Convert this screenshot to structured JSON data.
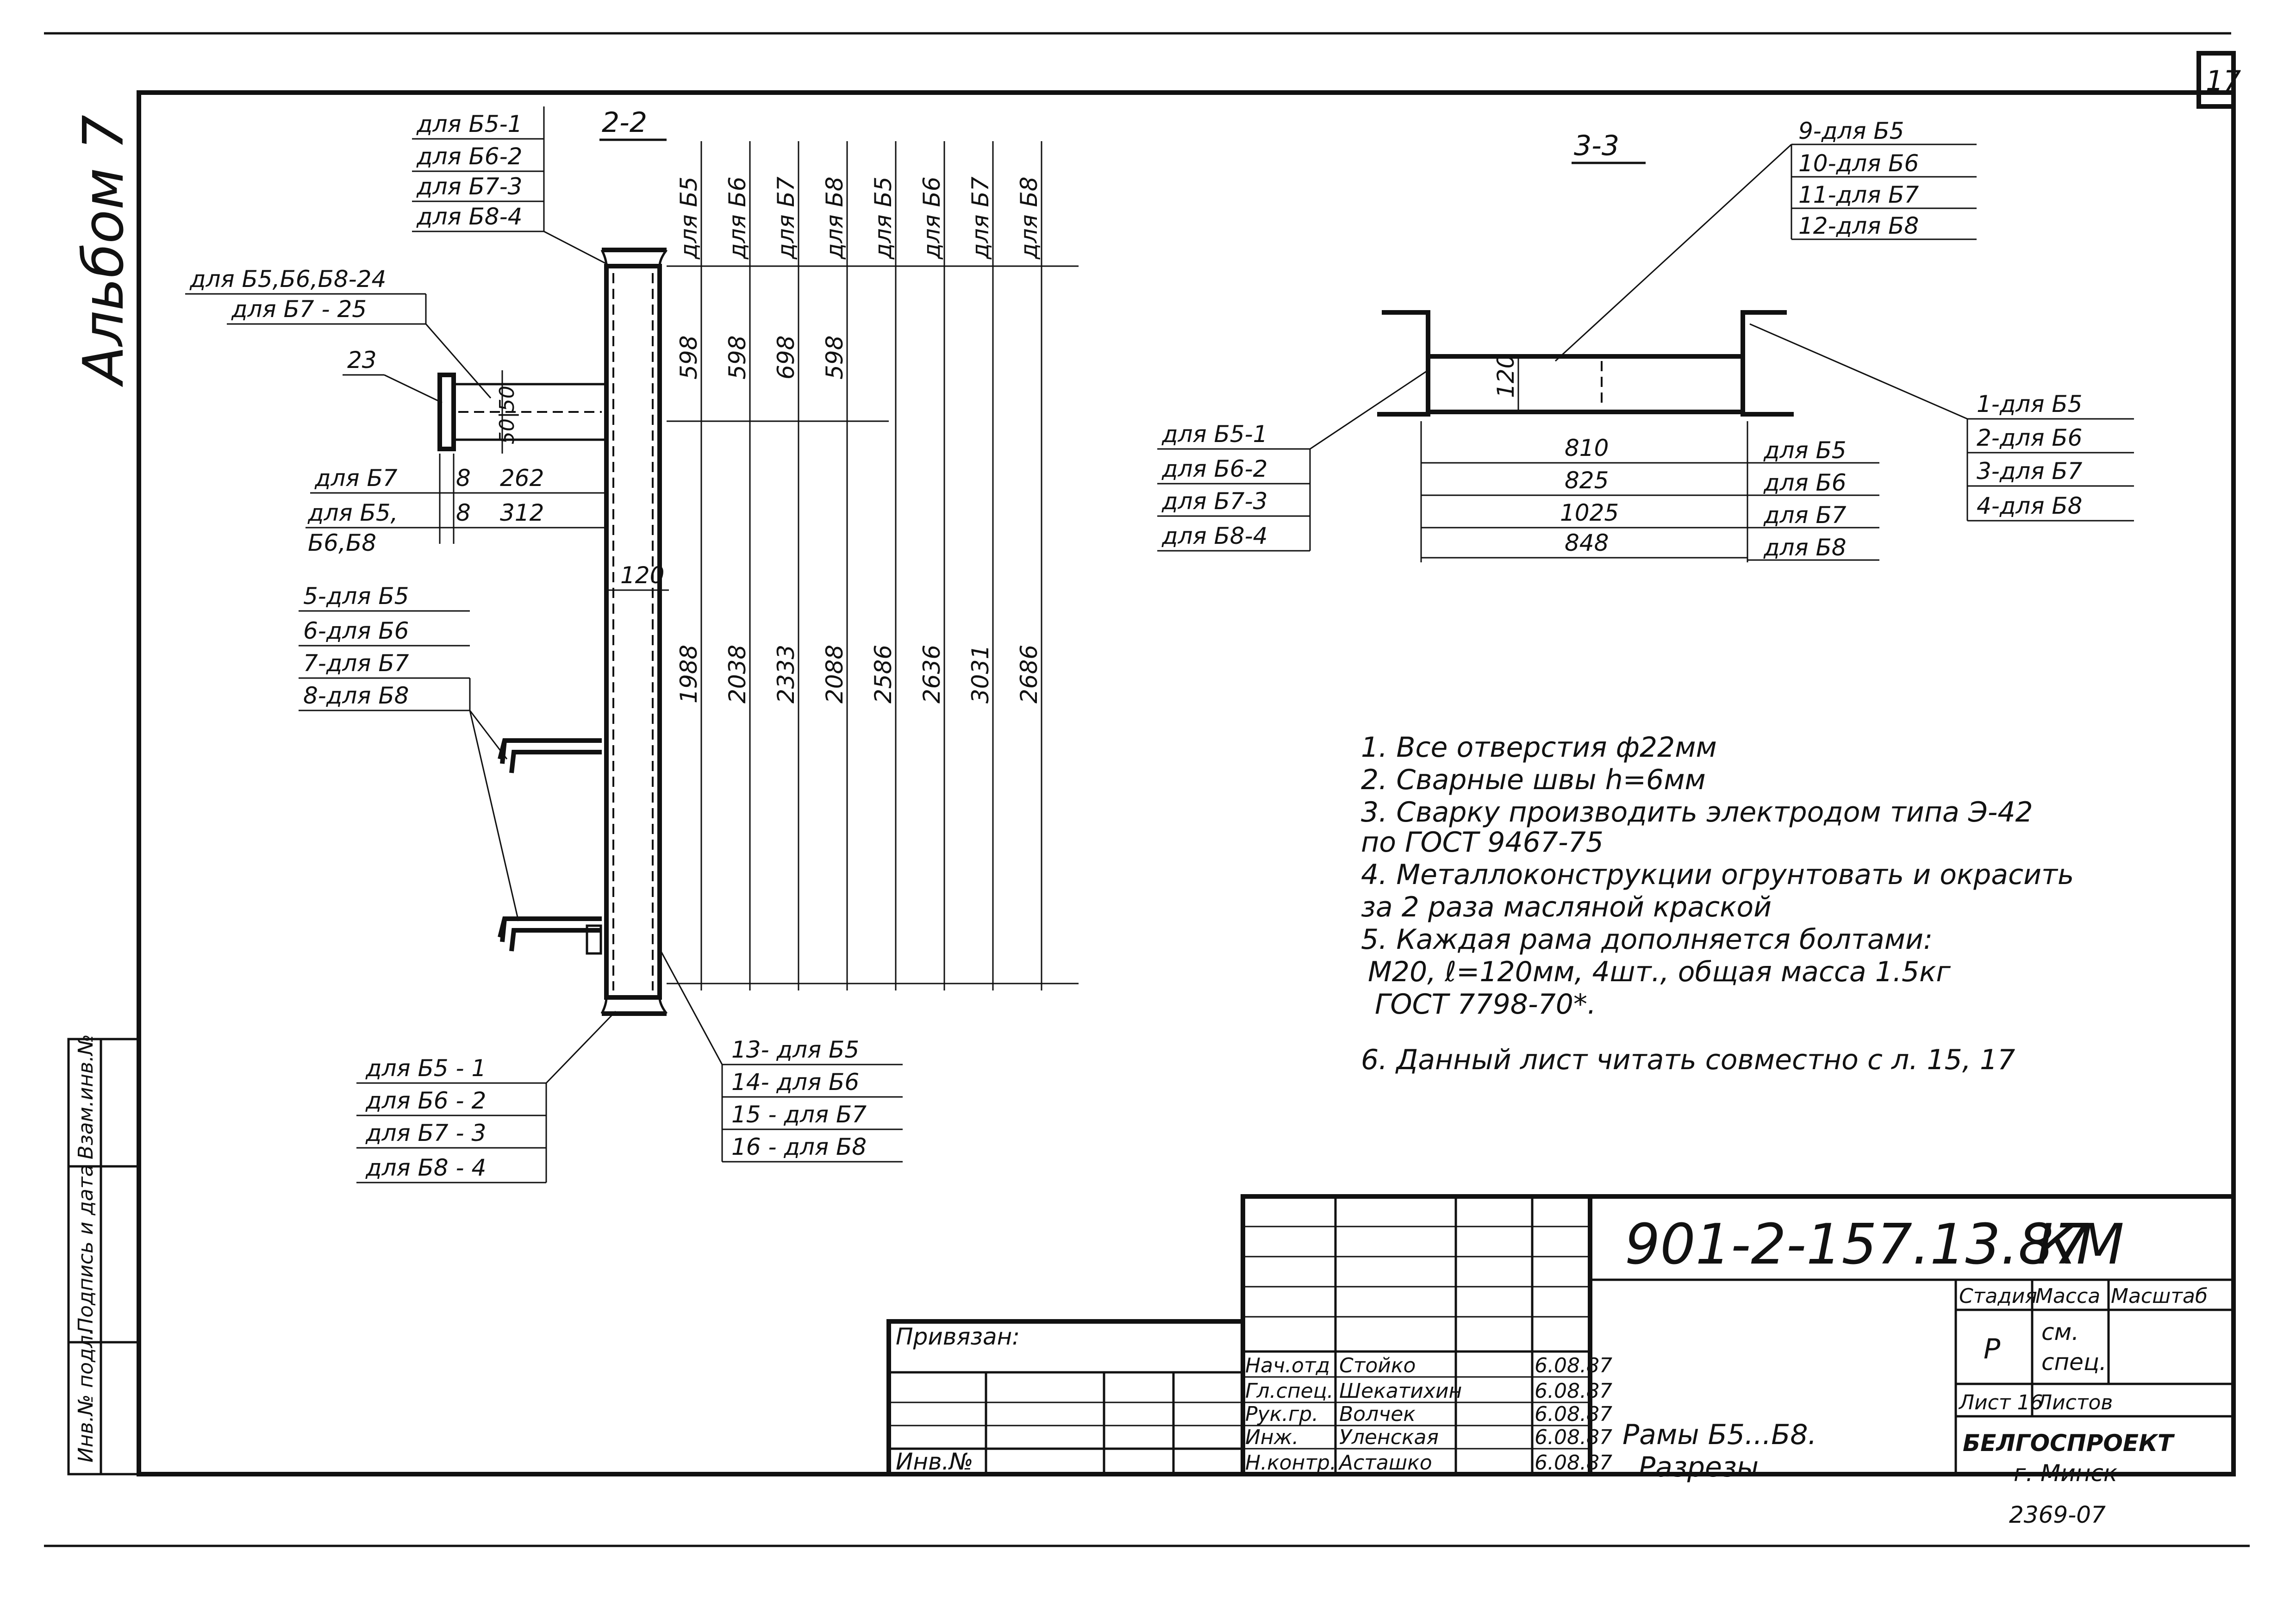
{
  "sheet_number": "17",
  "album": "Альбом 7",
  "section_22": {
    "title": "2-2",
    "callouts_top": [
      "для Б5-1",
      "для Б6-2",
      "для Б7-3",
      "для Б8-4"
    ],
    "callout_24": [
      "для Б5,Б6,Б8-24",
      "для Б7 - 25"
    ],
    "callout_23": "23",
    "dims_left": [
      {
        "label": "для Б7",
        "a": "8",
        "b": "262"
      },
      {
        "label": "для Б5,",
        "a": "8",
        "b": "312"
      }
    ],
    "label_b6b8": "Б6,Б8",
    "dim_120": "120",
    "dim_5050": "50|50",
    "callouts_mid": [
      "5-для Б5",
      "6-для Б6",
      "7-для Б7",
      "8-для Б8"
    ],
    "callouts_bottom_left": [
      "для Б5 - 1",
      "для Б6 - 2",
      "для Б7 - 3",
      "для Б8 - 4"
    ],
    "callouts_bottom_right": [
      "13- для Б5",
      "14- для Б6",
      "15 - для Б7",
      "16 - для Б8"
    ],
    "columns": [
      {
        "head": "для Б5",
        "upper": "598",
        "lower": "1988"
      },
      {
        "head": "для Б6",
        "upper": "598",
        "lower": "2038"
      },
      {
        "head": "для Б7",
        "upper": "698",
        "lower": "2333"
      },
      {
        "head": "для Б8",
        "upper": "598",
        "lower": "2088"
      },
      {
        "head": "для Б5",
        "upper": "",
        "lower": "2586"
      },
      {
        "head": "для Б6",
        "upper": "",
        "lower": "2636"
      },
      {
        "head": "для Б7",
        "upper": "",
        "lower": "3031"
      },
      {
        "head": "для Б8",
        "upper": "",
        "lower": "2686"
      }
    ]
  },
  "section_33": {
    "title": "3-3",
    "callouts_top": [
      "9-для Б5",
      "10-для Б6",
      "11-для Б7",
      "12-для Б8"
    ],
    "callouts_right": [
      "1-для Б5",
      "2-для Б6",
      "3-для Б7",
      "4-для Б8"
    ],
    "callouts_left": [
      "для Б5-1",
      "для Б6-2",
      "для Б7-3",
      "для Б8-4"
    ],
    "dim_120": "120",
    "dims": [
      {
        "value": "810",
        "label": "для Б5"
      },
      {
        "value": "825",
        "label": "для Б6"
      },
      {
        "value": "1025",
        "label": "для Б7"
      },
      {
        "value": "848",
        "label": "для Б8"
      }
    ]
  },
  "notes": [
    "1. Все отверстия ф22мм",
    "2. Сварные швы h=6мм",
    "3. Сварку производить электродом типа Э-42",
    "по ГОСТ 9467-75",
    "4. Металлоконструкции огрунтовать и окрасить",
    "за 2 раза масляной краской",
    "5. Каждая рама дополняется болтами:",
    "М20, ℓ=120мм, 4шт., общая масса 1.5кг",
    "ГОСТ 7798-70*.",
    "6. Данный лист читать совместно с л. 15, 17"
  ],
  "title_block": {
    "code": "901-2-157.13.87",
    "mark": "КМ",
    "privyazan": "Привязан:",
    "inv_no": "Инв.№",
    "signers": [
      {
        "role": "Нач.отд",
        "name": "Стойко",
        "date": "6.08.87"
      },
      {
        "role": "Гл.спец.",
        "name": "Шекатихин",
        "date": "6.08.87"
      },
      {
        "role": "Рук.гр.",
        "name": "Волчек",
        "date": "6.08.87"
      },
      {
        "role": "Инж.",
        "name": "Уленская",
        "date": "6.08.87"
      },
      {
        "role": "Н.контр.",
        "name": "Асташко",
        "date": "6.08.87"
      }
    ],
    "name_line1": "Рамы Б5...Б8.",
    "name_line2": "Разрезы",
    "stadia_h": "Стадия",
    "massa_h": "Масса",
    "masshtab_h": "Масштаб",
    "stadia": "Р",
    "massa1": "см.",
    "massa2": "спец.",
    "list_label": "Лист 16",
    "listov_label": "Листов",
    "org": "БЕЛГОСПРОЕКТ",
    "city": "г. Минск",
    "archive": "2369-07"
  },
  "side_stamp": [
    "Инв.№ подл.",
    "Подпись и дата",
    "Взам.инв.№"
  ]
}
